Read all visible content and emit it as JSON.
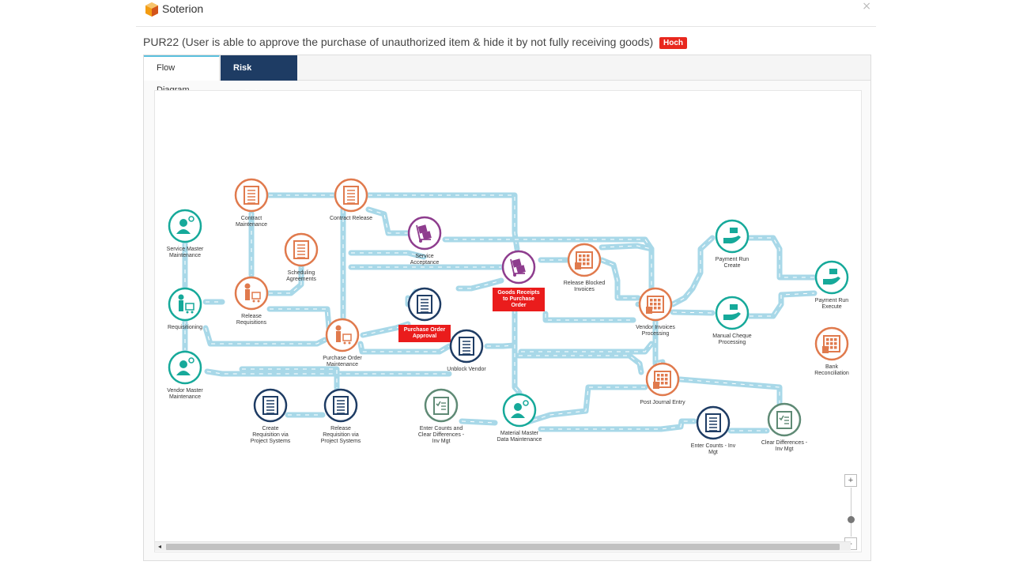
{
  "app": {
    "title": "Soterion"
  },
  "risk": {
    "title": "PUR22 (User is able to approve the purchase of unauthorized item & hide it by not fully receiving goods)",
    "badge": "Hoch"
  },
  "tabs": [
    {
      "label": "Flow Diagram",
      "active": true
    },
    {
      "label": "Risk Definition",
      "active": false
    }
  ],
  "colors": {
    "teal": "#16a99a",
    "orange": "#e07a4d",
    "purple": "#8e3d8e",
    "navy": "#1e3c64",
    "green_gray": "#5f8a75",
    "red": "#ea1c1c",
    "road": "#a8d8e8"
  },
  "nodes": [
    {
      "id": "service-master-maintenance",
      "label": "Service Master\nMaintenance",
      "color": "teal",
      "icon": "person-pin-icon"
    },
    {
      "id": "requisitioning",
      "label": "Requisitioning",
      "color": "teal",
      "icon": "person-cart-icon"
    },
    {
      "id": "vendor-master-maintenance",
      "label": "Vendor Master\nMaintenance",
      "color": "teal",
      "icon": "person-pin-icon"
    },
    {
      "id": "contract-maintenance",
      "label": "Contract\nMaintenance",
      "color": "orange",
      "icon": "document-icon"
    },
    {
      "id": "contract-release",
      "label": "Contract Release",
      "color": "orange",
      "icon": "document-icon"
    },
    {
      "id": "scheduling-agreements",
      "label": "Scheduling\nAgreements",
      "color": "orange",
      "icon": "document-icon"
    },
    {
      "id": "release-requisitions",
      "label": "Release\nRequisitions",
      "color": "orange",
      "icon": "person-cart-icon"
    },
    {
      "id": "purchase-order-maintenance",
      "label": "Purchase Order\nMaintenance",
      "color": "orange",
      "icon": "person-cart-icon"
    },
    {
      "id": "service-acceptance",
      "label": "Service\nAcceptance",
      "color": "purple",
      "icon": "hand-truck-icon"
    },
    {
      "id": "purchase-order-approval",
      "label": "Purchase Order\nApproval",
      "color": "navy",
      "icon": "document-icon",
      "highlight": true
    },
    {
      "id": "goods-receipts",
      "label": "Goods Receipts\nto Purchase\nOrder",
      "color": "purple",
      "icon": "hand-truck-icon",
      "highlight": true
    },
    {
      "id": "unblock-vendor",
      "label": "Unblock Vendor",
      "color": "navy",
      "icon": "document-icon"
    },
    {
      "id": "release-blocked-invoices",
      "label": "Release Blocked\nInvoices",
      "color": "orange",
      "icon": "calculator-icon"
    },
    {
      "id": "vendor-invoices-processing",
      "label": "Vendor Invoices\nProcessing",
      "color": "orange",
      "icon": "calculator-icon"
    },
    {
      "id": "payment-run-create",
      "label": "Payment Run\nCreate",
      "color": "teal",
      "icon": "hand-money-icon"
    },
    {
      "id": "manual-cheque-processing",
      "label": "Manual Cheque\nProcessing",
      "color": "teal",
      "icon": "hand-money-icon"
    },
    {
      "id": "payment-run-execute",
      "label": "Payment Run\nExecute",
      "color": "teal",
      "icon": "hand-money-icon"
    },
    {
      "id": "bank-reconciliation",
      "label": "Bank\nReconciliation",
      "color": "orange",
      "icon": "calculator-icon"
    },
    {
      "id": "post-journal-entry",
      "label": "Post Journal Entry",
      "color": "orange",
      "icon": "calculator-icon"
    },
    {
      "id": "enter-counts-inv-mgt",
      "label": "Enter Counts - Inv\nMgt",
      "color": "navy",
      "icon": "document-icon"
    },
    {
      "id": "clear-differences-inv-mgt",
      "label": "Clear Differences -\nInv Mgt",
      "color": "green_gray",
      "icon": "checklist-icon"
    },
    {
      "id": "enter-counts-clear-differences",
      "label": "Enter Counts and\nClear Differences -\nInv Mgt",
      "color": "green_gray",
      "icon": "checklist-icon"
    },
    {
      "id": "material-master-data-maintenance",
      "label": "Material Master\nData Maintenance",
      "color": "teal",
      "icon": "person-pin-icon"
    },
    {
      "id": "create-requisition-project-systems",
      "label": "Create\nRequisition via\nProject Systems",
      "color": "navy",
      "icon": "document-icon"
    },
    {
      "id": "release-requisition-project-systems",
      "label": "Release\nRequisition via\nProject Systems",
      "color": "navy",
      "icon": "document-icon"
    }
  ],
  "zoom": {
    "plus": "+",
    "minus": "-"
  },
  "scroll": {
    "left_arrow": "◂"
  }
}
